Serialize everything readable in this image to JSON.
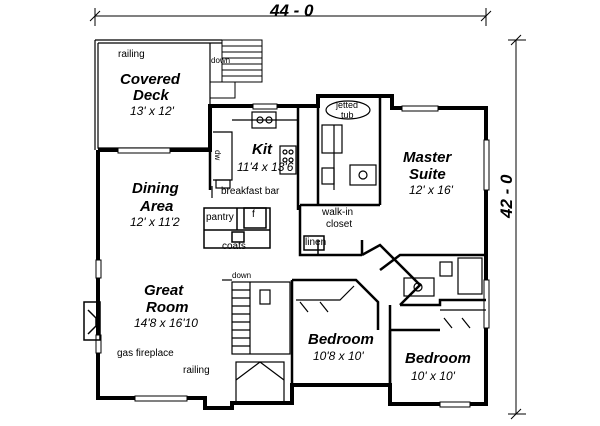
{
  "dimensions": {
    "width": "44 - 0",
    "depth": "42 - 0"
  },
  "rooms": {
    "covered_deck": {
      "name_line1": "Covered",
      "name_line2": "Deck",
      "size": "13' x 12'"
    },
    "kitchen": {
      "name": "Kit",
      "size": "11'4 x 13'6"
    },
    "dining": {
      "name_line1": "Dining",
      "name_line2": "Area",
      "size": "12' x 11'2"
    },
    "great_room": {
      "name_line1": "Great",
      "name_line2": "Room",
      "size": "14'8 x 16'10"
    },
    "master_suite": {
      "name_line1": "Master",
      "name_line2": "Suite",
      "size": "12' x 16'"
    },
    "bedroom1": {
      "name": "Bedroom",
      "size": "10'8 x 10'"
    },
    "bedroom2": {
      "name": "Bedroom",
      "size": "10' x 10'"
    }
  },
  "labels": {
    "railing_top": "railing",
    "down_top": "down",
    "jetted_tub_1": "jetted",
    "jetted_tub_2": "tub",
    "dw": "dw",
    "breakfast_bar": "breakfast bar",
    "pantry": "pantry",
    "fridge": "f",
    "coats": "coats",
    "walk_in_1": "walk-in",
    "walk_in_2": "closet",
    "linen": "linen",
    "down_stair": "down",
    "gas_fireplace": "gas fireplace",
    "railing_bottom": "railing"
  }
}
